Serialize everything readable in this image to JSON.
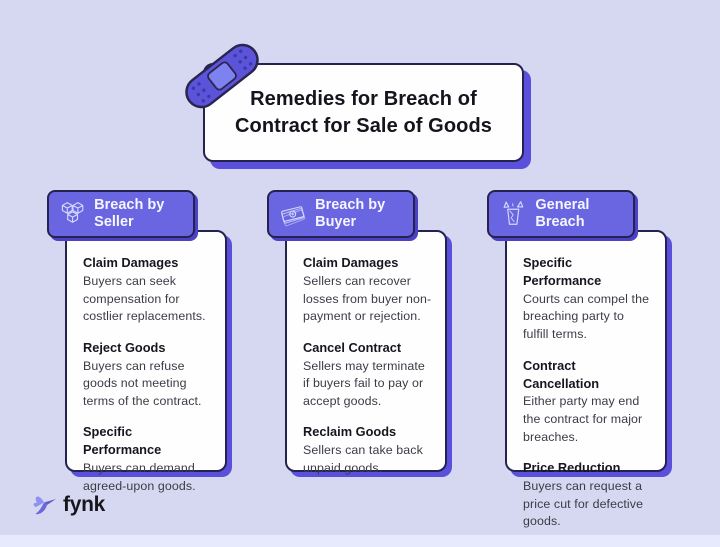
{
  "title": {
    "line1": "Remedies for Breach of",
    "line2": "Contract for Sale of Goods",
    "decoration_icon": "bandage-icon"
  },
  "columns": [
    {
      "header": "Breach by Seller",
      "icon": "cubes-icon",
      "items": [
        {
          "heading": "Claim Damages",
          "body": "Buyers can seek compensation for costlier replacements."
        },
        {
          "heading": "Reject Goods",
          "body": "Buyers can refuse goods not meeting terms of the contract."
        },
        {
          "heading": "Specific Performance",
          "body": "Buyers can demand agreed-upon goods."
        }
      ]
    },
    {
      "header": "Breach by Buyer",
      "icon": "cash-icon",
      "items": [
        {
          "heading": "Claim Damages",
          "body": "Sellers can recover losses from buyer non-payment or rejection."
        },
        {
          "heading": "Cancel Contract",
          "body": "Sellers may terminate if buyers fail to pay or accept goods."
        },
        {
          "heading": "Reclaim Goods",
          "body": "Sellers can take back unpaid goods."
        }
      ]
    },
    {
      "header": "General Breach",
      "icon": "broken-glass-icon",
      "items": [
        {
          "heading": "Specific Performance",
          "body": "Courts can compel the breaching party to fulfill terms."
        },
        {
          "heading": "Contract Cancellation",
          "body": "Either party may end the contract for major breaches."
        },
        {
          "heading": "Price Reduction",
          "body": "Buyers can request a price cut for defective goods."
        }
      ]
    }
  ],
  "footer": {
    "brand": "fynk",
    "icon": "bird-logo-icon"
  },
  "colors": {
    "background": "#d6d8f1",
    "accent_purple": "#6a66e2",
    "border_dark": "#26224f",
    "shadow_purple": "#5b50dc",
    "card_white": "#fefefe",
    "bandage_purple": "#5b54d9"
  }
}
